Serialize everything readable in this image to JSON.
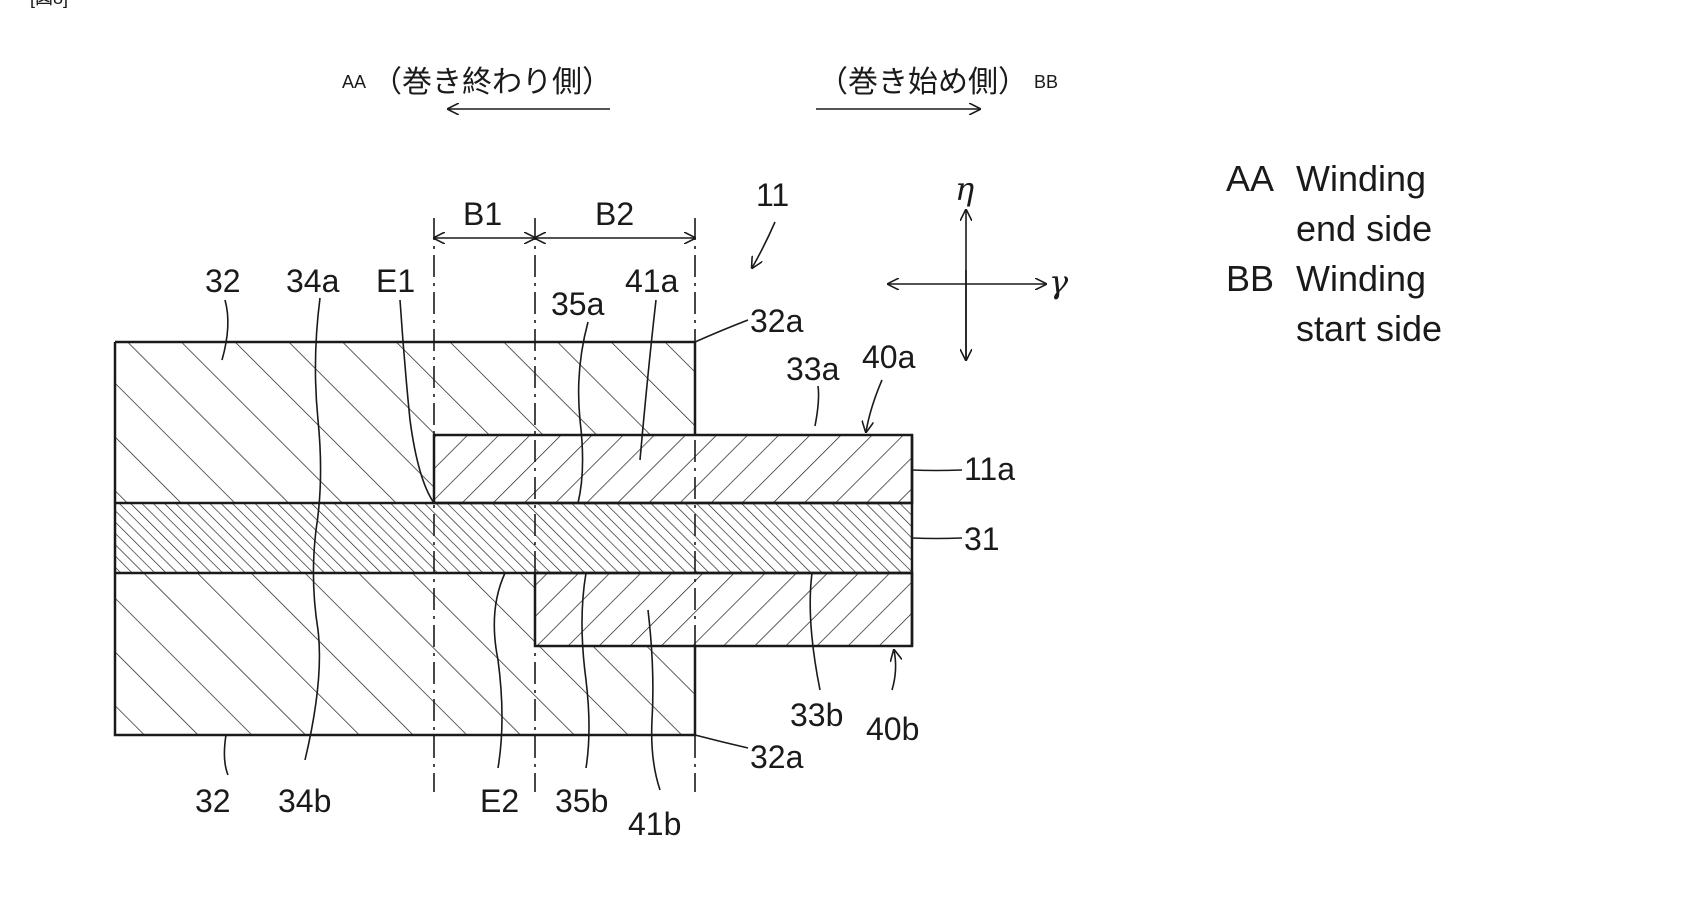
{
  "header": {
    "figure_label": "[図8]",
    "left_direction": {
      "code": "AA",
      "text": "（巻き終わり側）"
    },
    "right_direction": {
      "code": "BB",
      "text": "（巻き始め側）"
    }
  },
  "legend": [
    {
      "code": "AA",
      "line1": "Winding",
      "line2": "end side"
    },
    {
      "code": "BB",
      "line1": "Winding",
      "line2": "start side"
    }
  ],
  "axes": {
    "vertical": "η",
    "horizontal": "γ"
  },
  "dimensions": {
    "b1": "B1",
    "b2": "B2"
  },
  "reference_numerals": {
    "assembly": "11",
    "edge_11a": "11a",
    "collector": "31",
    "layer_top": "32",
    "layer_bottom": "32",
    "layer_end_top": "32a",
    "layer_end_bottom": "32a",
    "surface_33a": "33a",
    "surface_33b": "33b",
    "line_34a": "34a",
    "line_34b": "34b",
    "line_35a": "35a",
    "line_35b": "35b",
    "tape_40a": "40a",
    "tape_40b": "40b",
    "region_41a": "41a",
    "region_41b": "41b",
    "edge_e1": "E1",
    "edge_e2": "E2"
  }
}
